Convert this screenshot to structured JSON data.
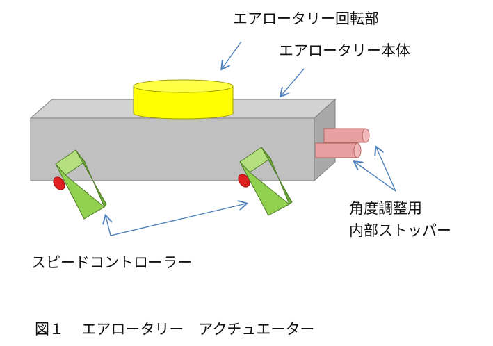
{
  "labels": {
    "rotating_part": "エアロータリー回転部",
    "main_body": "エアロータリー本体",
    "stopper_line1": "角度調整用",
    "stopper_line2": "内部ストッパー",
    "speed_controller": "スピードコントローラー"
  },
  "caption": {
    "number": "図１",
    "title": "エアロータリー　アクチュエーター"
  },
  "colors": {
    "body": "#c0c0c0",
    "body_top": "#d2d2d2",
    "body_side": "#a9a9a9",
    "rotor": "#ffff00",
    "controller": "#92d050",
    "controller_dark": "#6aa637",
    "controller_knob": "#e02020",
    "stopper": "#e6a0a0",
    "arrow": "#4f81bd",
    "outline": "#7f7f7f"
  }
}
